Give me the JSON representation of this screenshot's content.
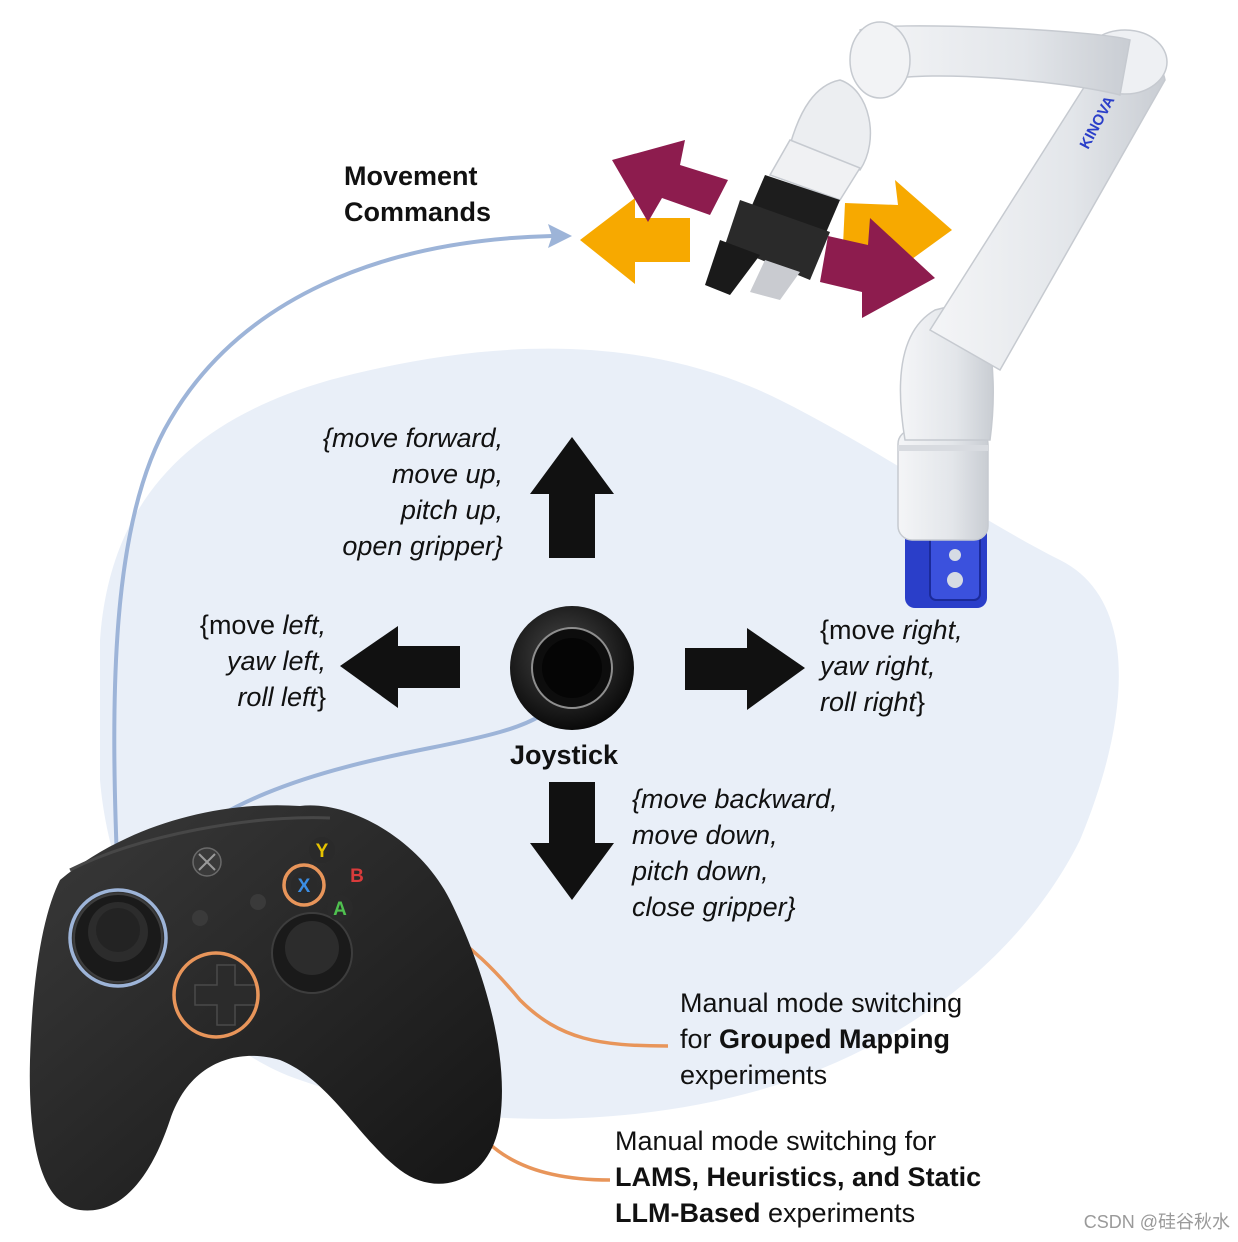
{
  "labels": {
    "movement_commands": [
      "Movement",
      "Commands"
    ],
    "forward_group": [
      "{move forward,",
      "move up,",
      "pitch up,",
      "open gripper}"
    ],
    "left_group": {
      "line1_plain": "{move ",
      "line1_italic": "left,",
      "line2": "yaw left,",
      "line3_italic": "roll left",
      "line3_plain": "}"
    },
    "right_group": {
      "line1_plain": "{move ",
      "line1_italic": "right,",
      "line2": "yaw right,",
      "line3_italic": "roll right",
      "line3_plain": "}"
    },
    "joystick": "Joystick",
    "backward_group": [
      "{move backward,",
      "move down,",
      "pitch down,",
      "close gripper}"
    ],
    "grouped_note": {
      "line1": "Manual mode switching",
      "line2_plain": "for ",
      "line2_bold": "Grouped Mapping",
      "line3": "experiments"
    },
    "lams_note": {
      "line1": "Manual mode switching for",
      "line2_bold": "LAMS, Heuristics, and Static",
      "line3_bold": "LLM-Based",
      "line3_plain": " experiments"
    }
  },
  "robot": {
    "brand": "KINOVA"
  },
  "controller": {
    "buttons": {
      "y": "Y",
      "x": "X",
      "b": "B",
      "a": "A"
    }
  },
  "watermark": "CSDN @硅谷秋水",
  "colors": {
    "blob": "#e9eff8",
    "blue_line": "#9db4d8",
    "orange_line": "#e8955a",
    "gold_arrow": "#f7a900",
    "maroon_arrow": "#8d1c4e",
    "black": "#111111",
    "robot_blue": "#2a3ec9"
  }
}
